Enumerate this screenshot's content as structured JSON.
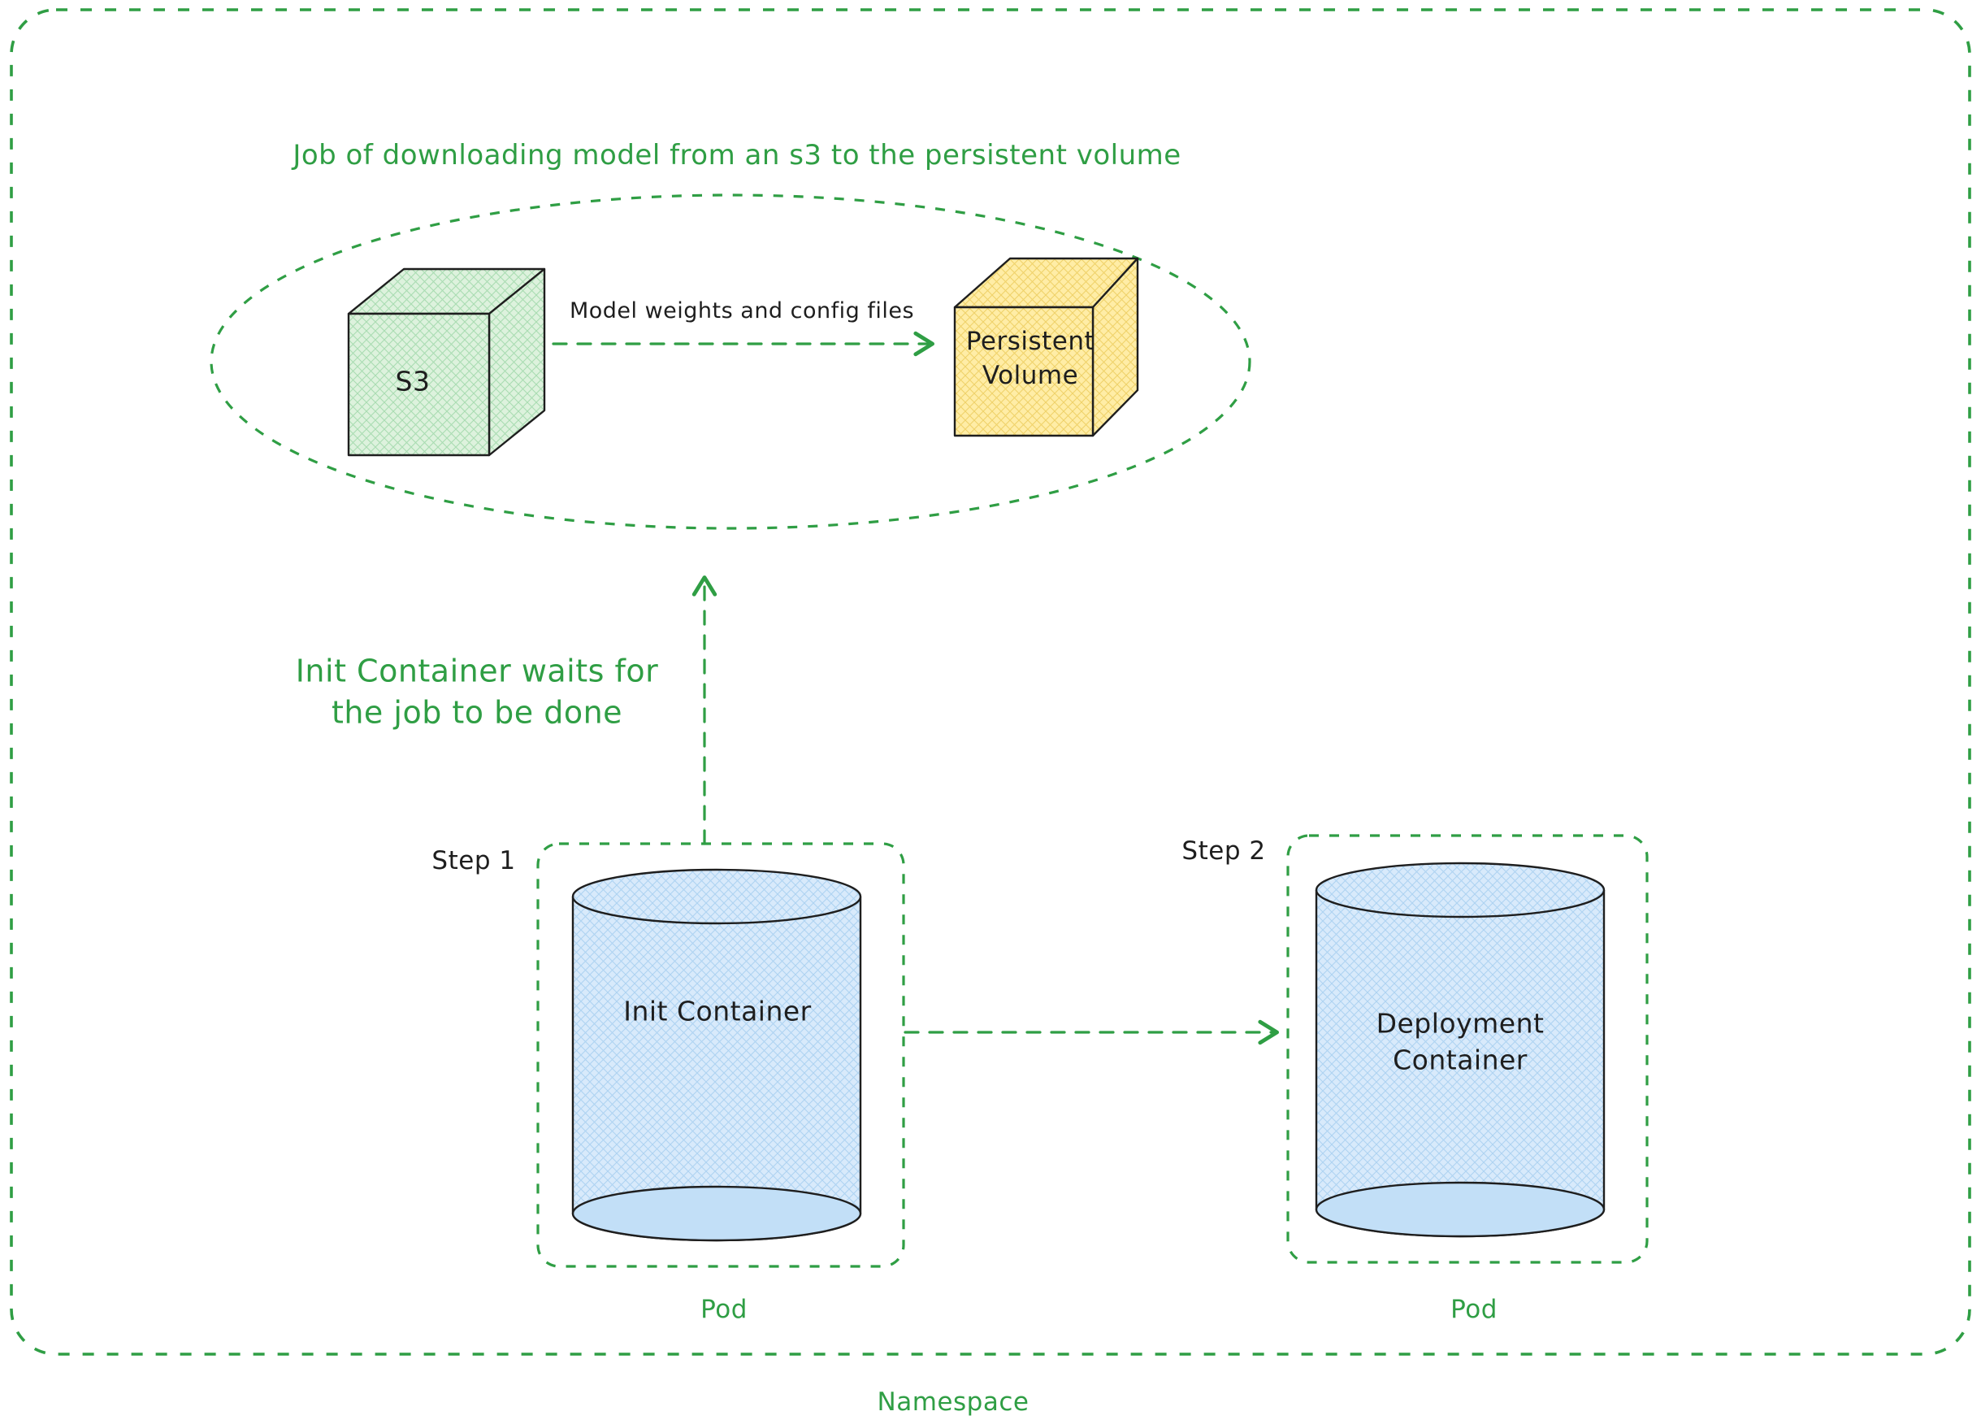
{
  "colors": {
    "green": "#2f9e44",
    "ink": "#1e1e1e",
    "s3_fill": "#ddf2dd",
    "volume_fill": "#ffeda6",
    "container_fill": "#d8eafb"
  },
  "namespace": {
    "label": "Namespace"
  },
  "job": {
    "title": "Job of downloading model from an s3 to the persistent volume",
    "s3_label": "S3",
    "volume_label": "Persistent\nVolume",
    "transfer_label": "Model weights and config files"
  },
  "wait_note": "Init Container waits for\nthe job to be done",
  "pod1": {
    "step": "Step 1",
    "container": "Init Container",
    "label": "Pod"
  },
  "pod2": {
    "step": "Step 2",
    "container": "Deployment\nContainer",
    "label": "Pod"
  }
}
